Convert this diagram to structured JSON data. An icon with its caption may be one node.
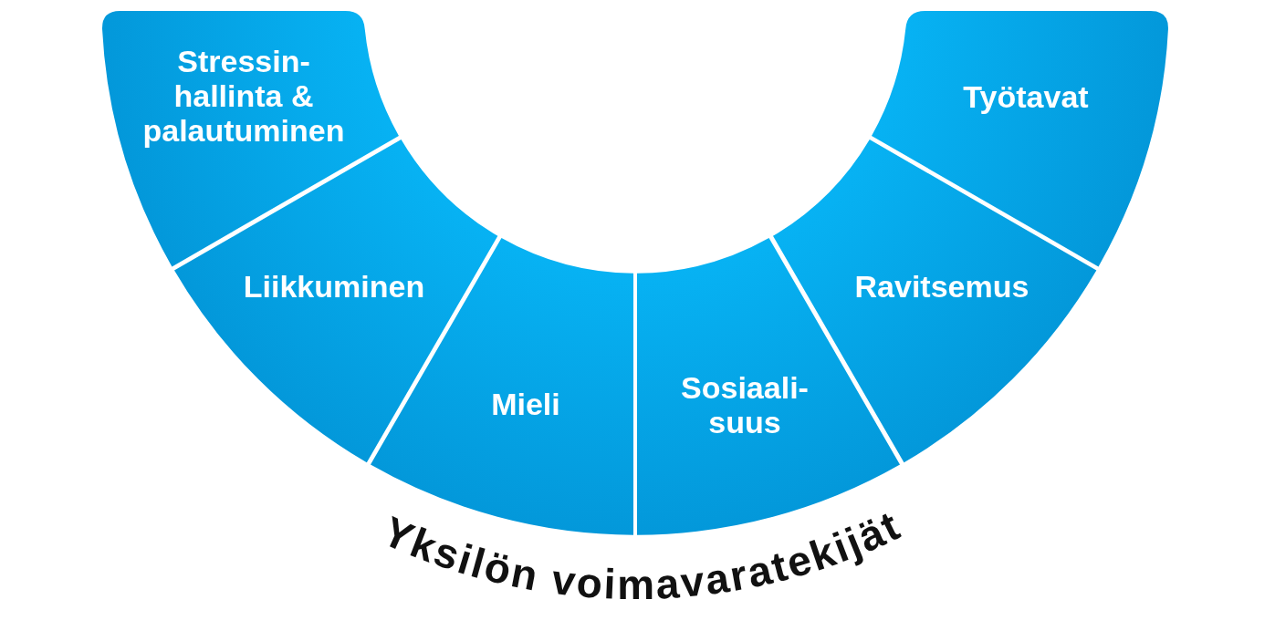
{
  "diagram": {
    "title": "Yksilön voimavaratekijät",
    "nodes": [
      {
        "text": [
          "Stressin- hallinta & palautuminen"
        ]
      },
      {
        "text": [
          "Liikkuminen"
        ]
      },
      {
        "text": [
          "Mieli"
        ]
      },
      {
        "text": [
          "Sosiaali- suus"
        ]
      },
      {
        "text": [
          "Ravitsemus"
        ]
      },
      {
        "text": [
          "Työtavat"
        ]
      }
    ]
  }
}
